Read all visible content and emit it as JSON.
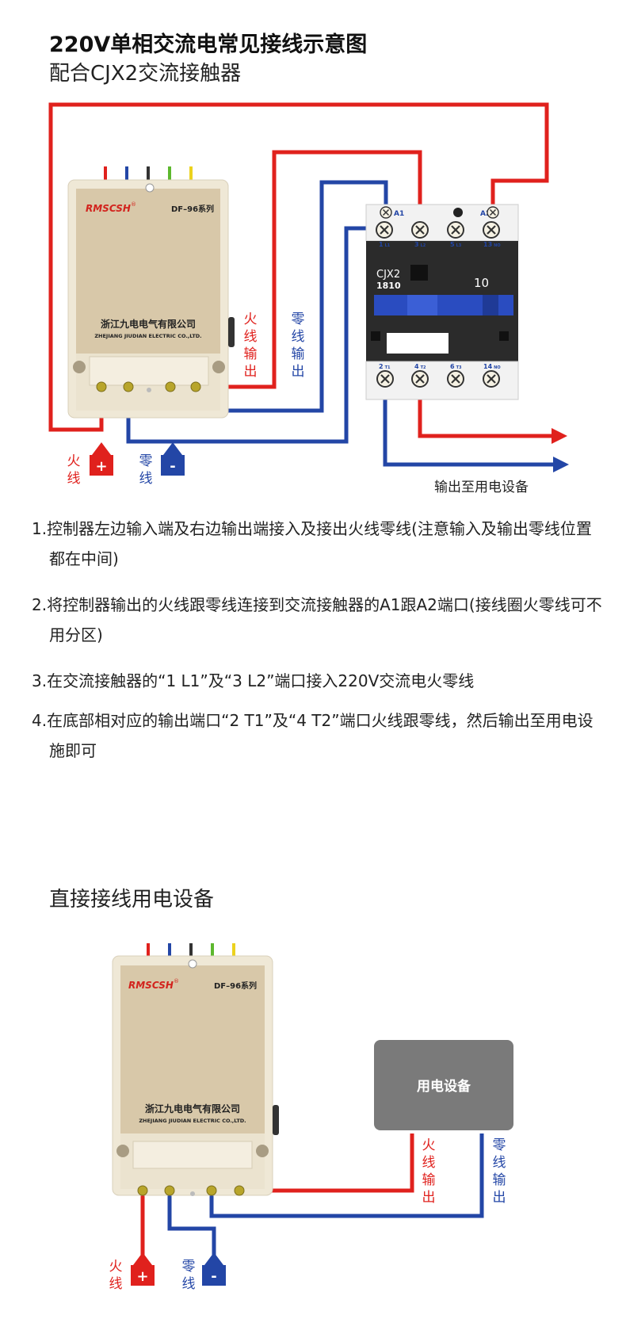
{
  "title": "220V单相交流电常见接线示意图",
  "subtitle": "配合CJX2交流接触器",
  "controller": {
    "brand": "RMSCSH",
    "brand_mark": "®",
    "series": "DF–96系列",
    "company_cn": "浙江九电电气有限公司",
    "company_en": "ZHEJIANG JIUDIAN ELECTRIC CO.,LTD."
  },
  "contactor": {
    "model": "CJX2",
    "code": "1810",
    "rating": "10",
    "top_labels": [
      {
        "num": "A1",
        "sub": ""
      },
      {
        "num": "A2",
        "sub": ""
      }
    ],
    "upper_terms": [
      {
        "num": "1",
        "sub": "L1"
      },
      {
        "num": "3",
        "sub": "L2"
      },
      {
        "num": "5",
        "sub": "L3"
      },
      {
        "num": "13",
        "sub": "NO"
      }
    ],
    "lower_terms": [
      {
        "num": "2",
        "sub": "T1"
      },
      {
        "num": "4",
        "sub": "T2"
      },
      {
        "num": "6",
        "sub": "T3"
      },
      {
        "num": "14",
        "sub": "NO"
      }
    ]
  },
  "labels": {
    "live_out": [
      "火",
      "线",
      "输",
      "出"
    ],
    "neutral_out": [
      "零",
      "线",
      "输",
      "出"
    ],
    "live": [
      "火",
      "线"
    ],
    "neutral": [
      "零",
      "线"
    ],
    "plus": "+",
    "minus": "-",
    "output_to_device": "输出至用电设备"
  },
  "instructions": [
    "1.控制器左边输入端及右边输出端接入及接出火线零线(注意输入及输出零线位置都在中间)",
    "2.将控制器输出的火线跟零线连接到交流接触器的A1跟A2端口(接线圈火零线可不用分区)",
    "3.在交流接触器的“1 L1”及“3 L2”端口接入220V交流电火零线",
    "4.在底部相对应的输出端口“2 T1”及“4 T2”端口火线跟零线，然后输出至用电设施即可"
  ],
  "section2_title": "直接接线用电设备",
  "device_label": "用电设备",
  "colors": {
    "live": "#e0211d",
    "neutral": "#2346a6",
    "controller_face": "#d8c8a9",
    "controller_body": "#efe8d6",
    "contactor": "#2b2b2b",
    "device_box": "#7a7a7a"
  }
}
